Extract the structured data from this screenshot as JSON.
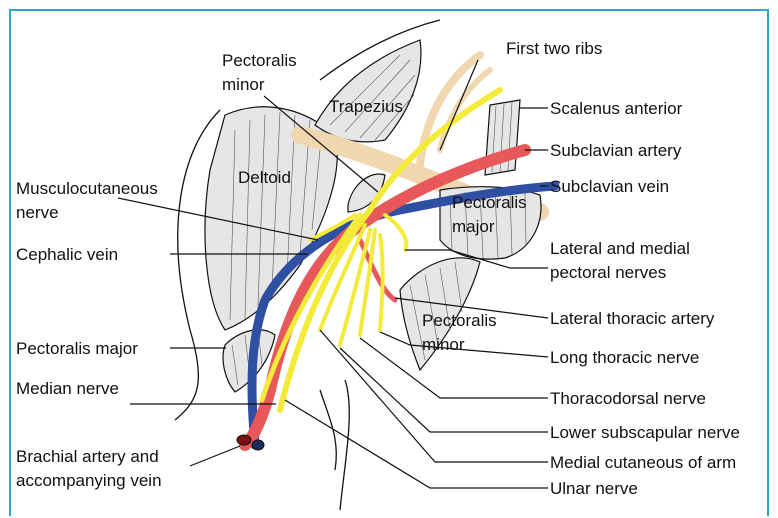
{
  "colors": {
    "nerve": "#f3ea3a",
    "artery": "#e8585a",
    "vein": "#2f4fa3",
    "rib": "#f0d7b0",
    "muscle": "#e6e6e6",
    "frame": "#2aa8c4"
  },
  "labels": {
    "pectoralis_minor_top_1": "Pectoralis",
    "pectoralis_minor_top_2": "minor",
    "first_two_ribs": "First two ribs",
    "scalenus_anterior": "Scalenus anterior",
    "subclavian_artery": "Subclavian artery",
    "subclavian_vein": "Subclavian vein",
    "musculocutaneous_1": "Musculocutaneous",
    "musculocutaneous_2": "nerve",
    "cephalic_vein": "Cephalic vein",
    "lateral_medial_pectoral_1": "Lateral and medial",
    "lateral_medial_pectoral_2": "pectoral nerves",
    "lateral_thoracic_artery": "Lateral thoracic artery",
    "pectoralis_major_left": "Pectoralis major",
    "long_thoracic_nerve": "Long thoracic nerve",
    "median_nerve": "Median nerve",
    "thoracodorsal_nerve": "Thoracodorsal nerve",
    "lower_subscapular_nerve": "Lower subscapular nerve",
    "brachial_1": "Brachial artery and",
    "brachial_2": "accompanying vein",
    "medial_cutaneous": "Medial cutaneous of arm",
    "ulnar_nerve": "Ulnar nerve"
  },
  "muscle_labels": {
    "trapezius": "Trapezius",
    "deltoid": "Deltoid",
    "pectoralis_major_1": "Pectoralis",
    "pectoralis_major_2": "major",
    "pectoralis_minor_1": "Pectoralis",
    "pectoralis_minor_2": "minor"
  }
}
